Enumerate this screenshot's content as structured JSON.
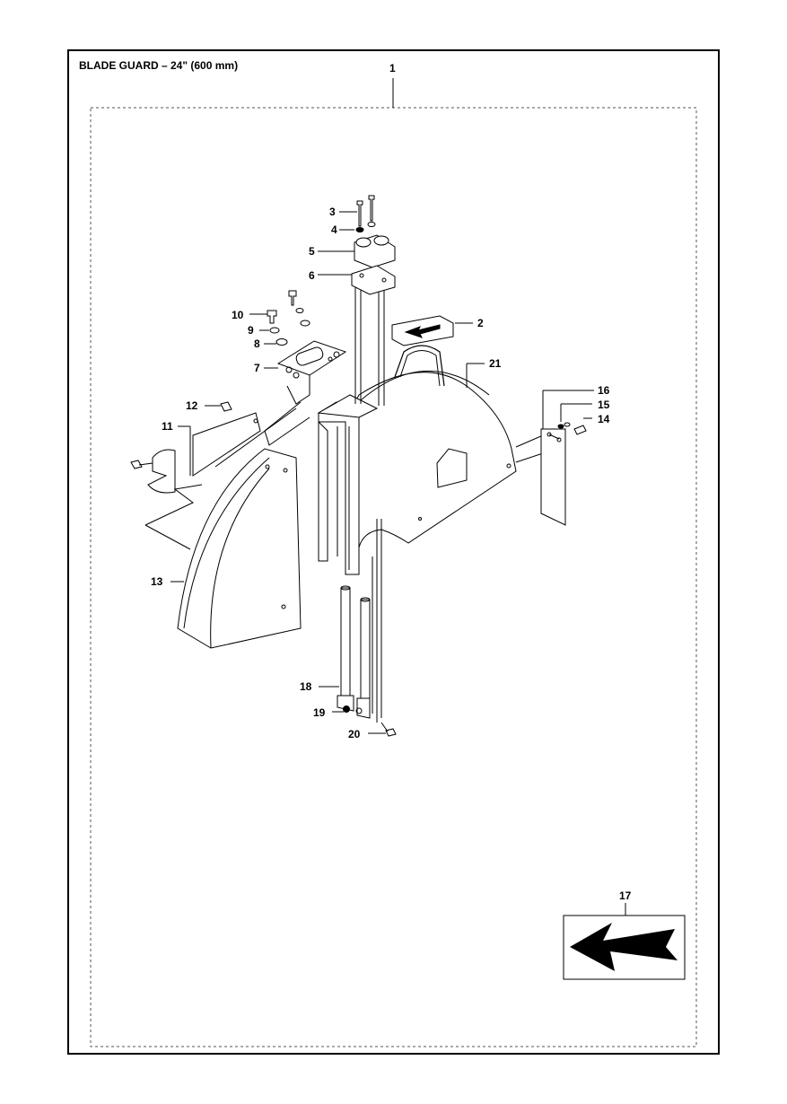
{
  "title": "BLADE GUARD – 24\" (600 mm)",
  "callouts": {
    "c1": "1",
    "c2": "2",
    "c3": "3",
    "c4": "4",
    "c5": "5",
    "c6": "6",
    "c7": "7",
    "c8": "8",
    "c9": "9",
    "c10": "10",
    "c11": "11",
    "c12": "12",
    "c13": "13",
    "c14": "14",
    "c15": "15",
    "c16": "16",
    "c17": "17",
    "c18": "18",
    "c19": "19",
    "c20": "20",
    "c21": "21"
  }
}
